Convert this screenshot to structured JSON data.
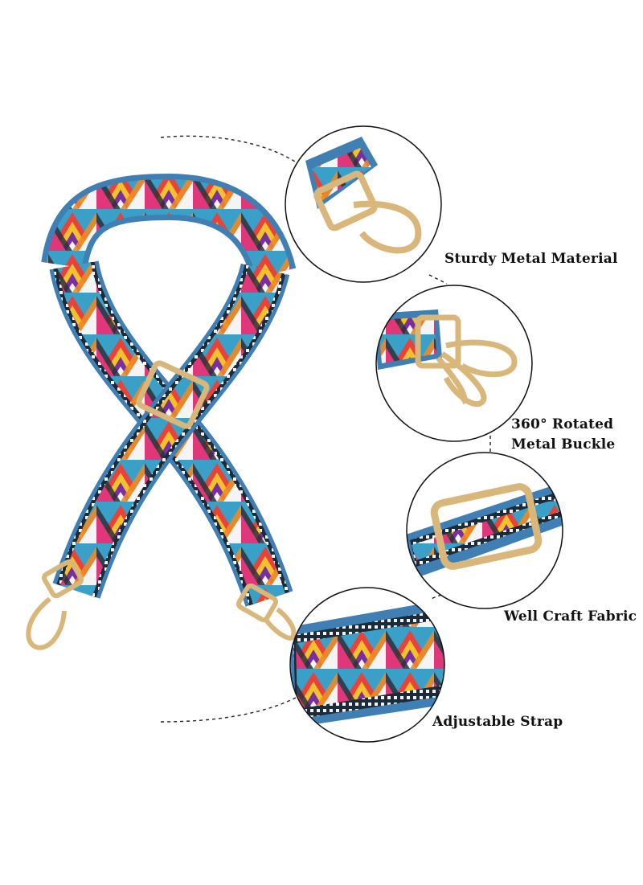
{
  "features": [
    {
      "id": "sturdy",
      "label": "Sturdy Metal Material"
    },
    {
      "id": "rotated",
      "label_line1": "360°  Rotated",
      "label_line2": "Metal Buckle"
    },
    {
      "id": "fabric",
      "label": "Well Craft Fabric"
    },
    {
      "id": "adjustable",
      "label": "Adjustable Strap"
    }
  ],
  "colors": {
    "strap_border": "#3f7fb3",
    "strap_edge_dark": "#1b2b3a",
    "gold_hardware": "#d9b77a",
    "pattern": [
      "#e8433a",
      "#f2c12e",
      "#7a2fa0",
      "#e0367a",
      "#f08a24",
      "#2f2f3a",
      "#f4f4f4",
      "#3aa0c8"
    ]
  },
  "icons": [
    "strap-image",
    "swivel-clasp-icon",
    "rotating-clasp-icon",
    "slider-buckle-icon",
    "fabric-pattern-icon"
  ]
}
